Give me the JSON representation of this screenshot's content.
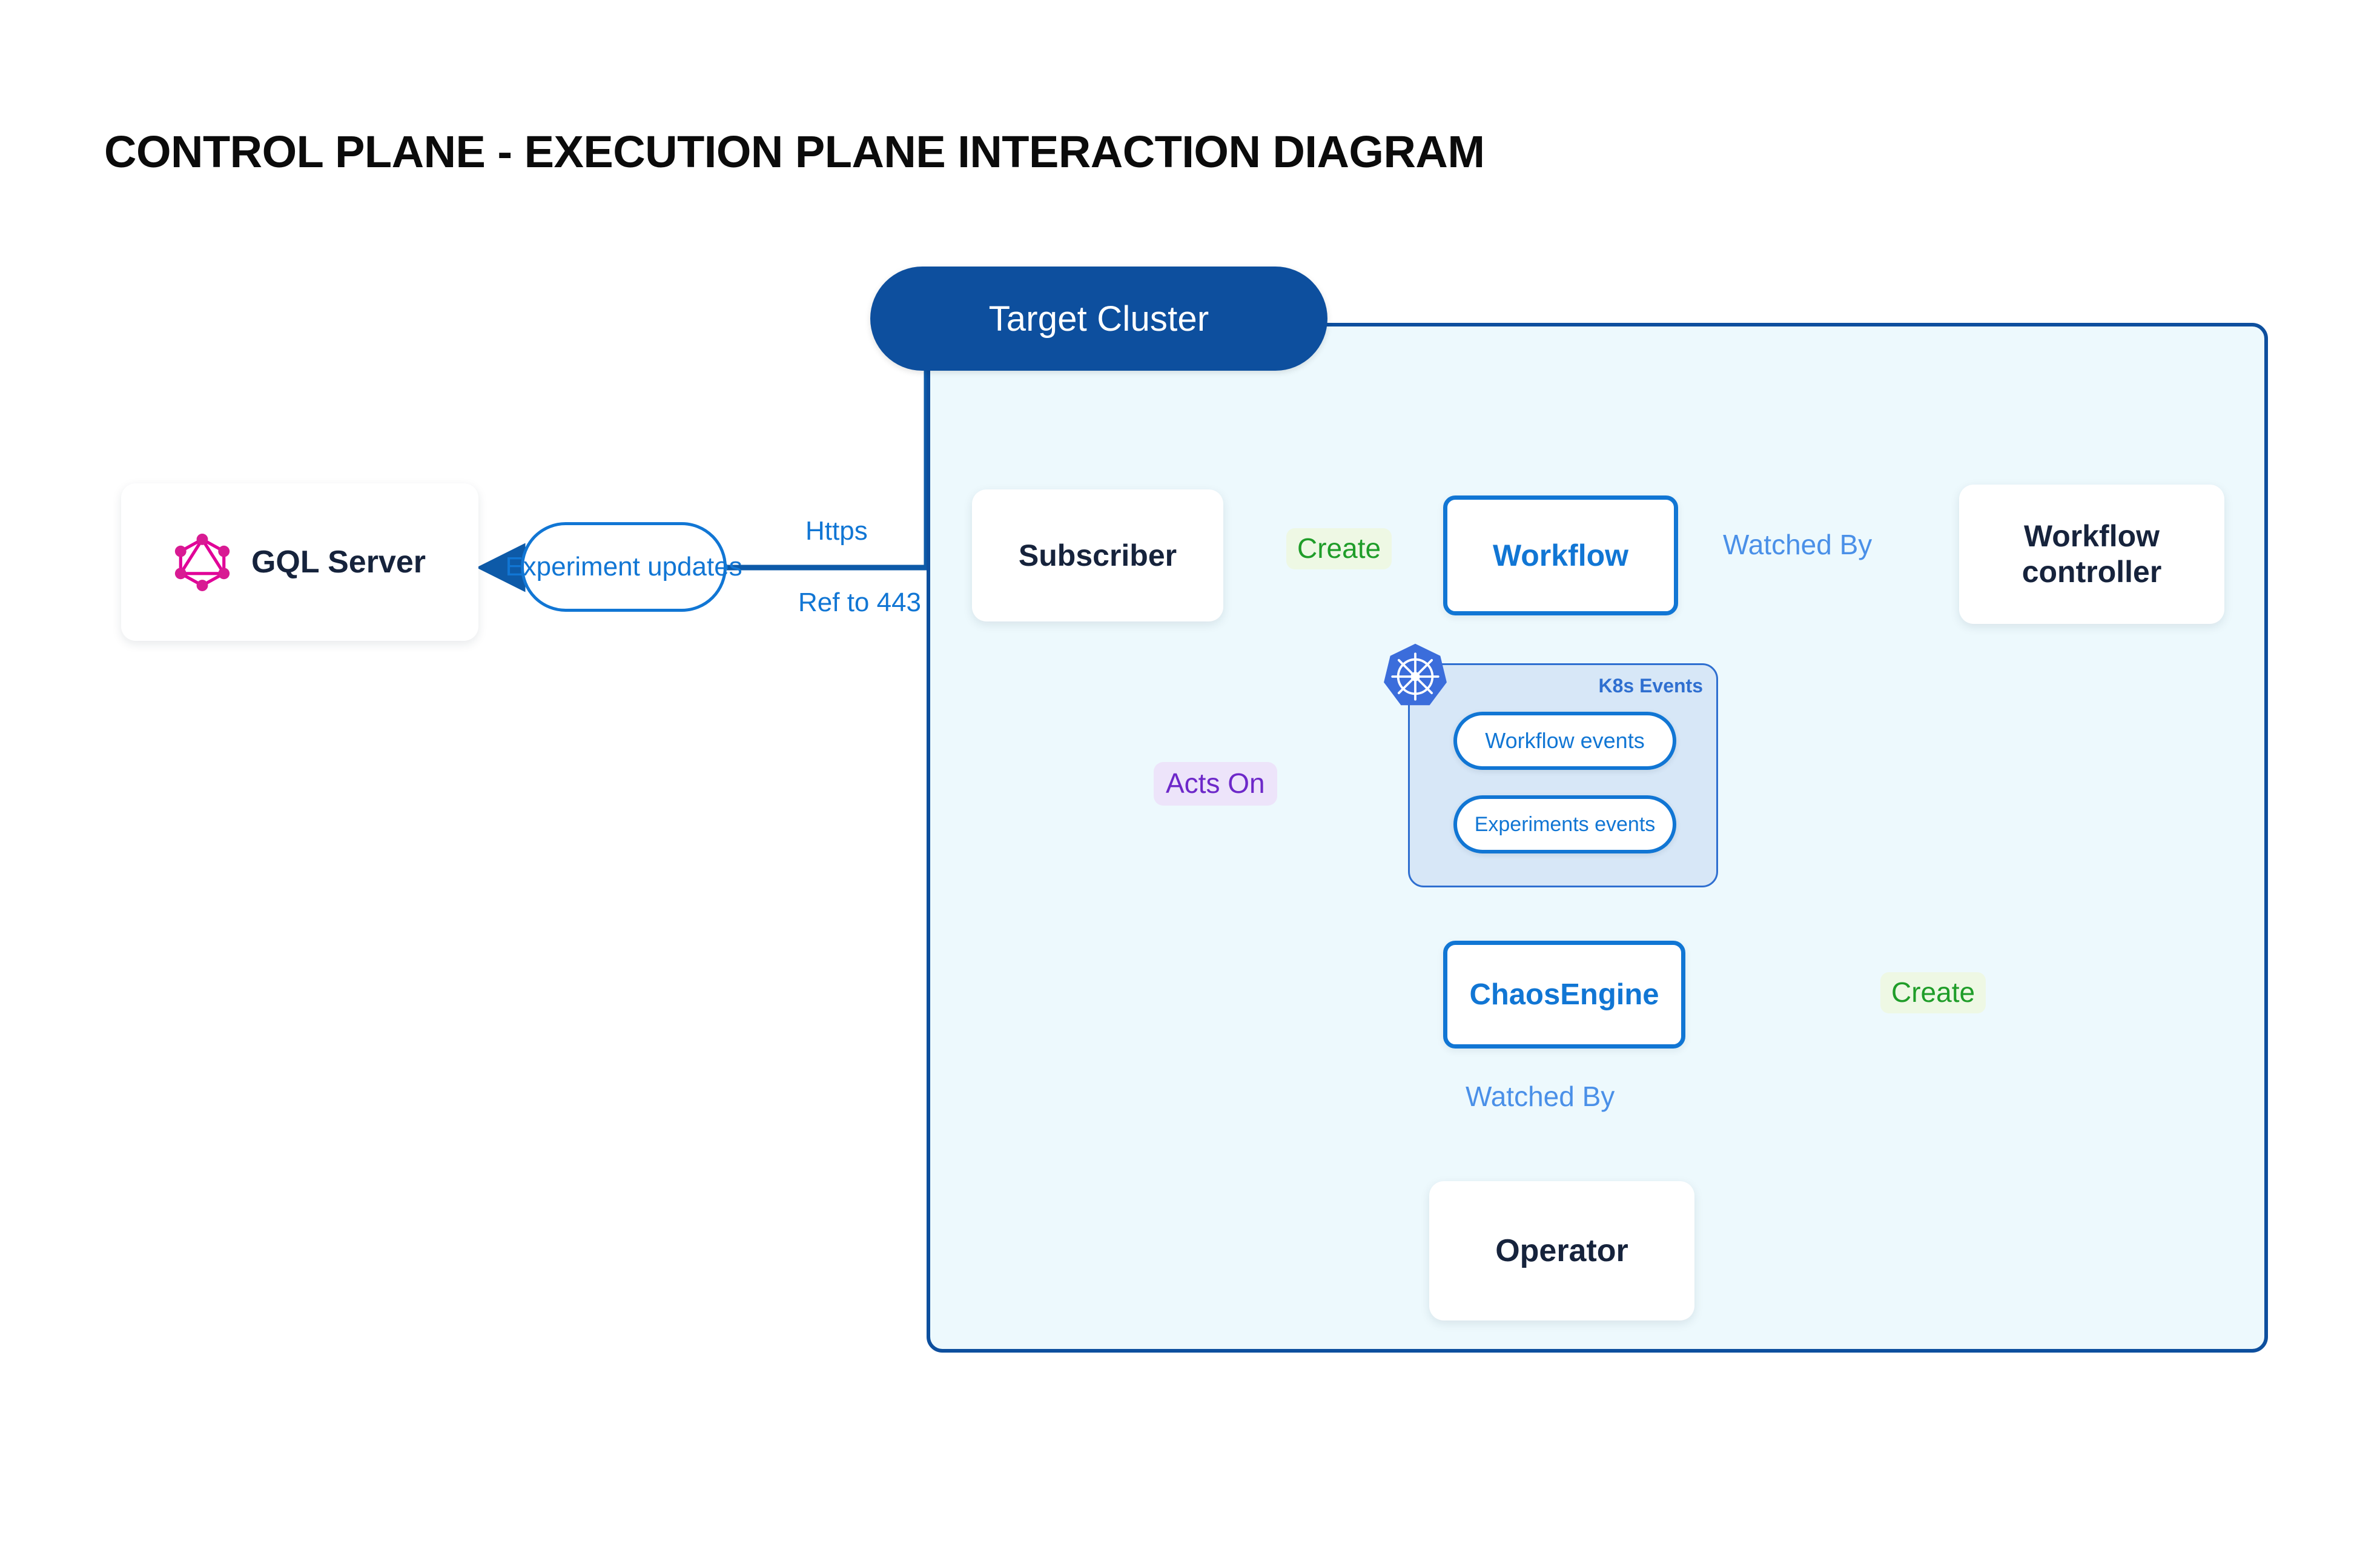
{
  "title": "CONTROL PLANE - EXECUTION PLANE INTERACTION DIAGRAM",
  "cluster": {
    "label": "Target Cluster"
  },
  "nodes": {
    "gql_server": {
      "label": "GQL Server",
      "icon": "graphql-icon"
    },
    "subscriber": {
      "label": "Subscriber"
    },
    "workflow": {
      "label": "Workflow"
    },
    "workflow_controller_line1": "Workflow",
    "workflow_controller_line2": "controller",
    "chaos_engine": {
      "label": "ChaosEngine"
    },
    "operator": {
      "label": "Operator"
    }
  },
  "k8s_group": {
    "title": "K8s Events",
    "icon": "kubernetes-icon",
    "pills": [
      {
        "label": "Workflow events"
      },
      {
        "label": "Experiments events"
      }
    ]
  },
  "edge_labels": {
    "experiment_updates": "Experiment updates",
    "https": "Https",
    "ref_to_443": "Ref to 443",
    "create_workflow": "Create",
    "watched_by_controller": "Watched By",
    "acts_on": "Acts On",
    "create_chaosengine": "Create",
    "watched_by_operator": "Watched By"
  },
  "colors": {
    "cluster_border": "#0d4f9e",
    "cluster_fill": "#edf9fd",
    "blue": "#1176d4",
    "light_blue": "#4a90e8",
    "green": "#1f9d29",
    "purple": "#6d28c9",
    "graphql_pink": "#e10098",
    "kubernetes_blue": "#3b6ddb",
    "navy_text": "#16233c",
    "gray_arrow": "#4a5568"
  }
}
